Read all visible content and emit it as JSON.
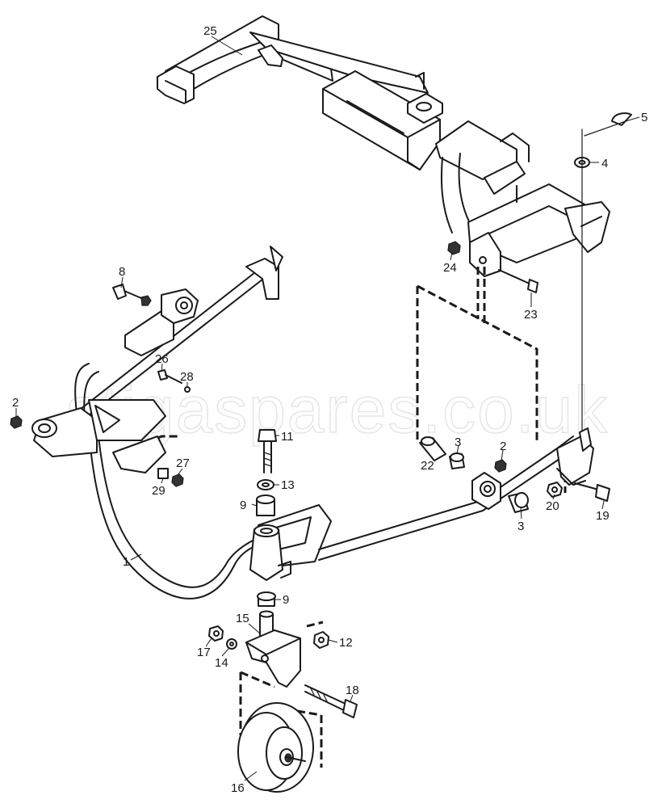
{
  "watermark": "stigaspares.co.uk",
  "callouts": [
    {
      "id": "c25",
      "text": "25"
    },
    {
      "id": "c5",
      "text": "5"
    },
    {
      "id": "c4",
      "text": "4"
    },
    {
      "id": "c24",
      "text": "24"
    },
    {
      "id": "c23",
      "text": "23"
    },
    {
      "id": "c8",
      "text": "8"
    },
    {
      "id": "c26",
      "text": "26"
    },
    {
      "id": "c28",
      "text": "28"
    },
    {
      "id": "c2a",
      "text": "2"
    },
    {
      "id": "c27",
      "text": "27"
    },
    {
      "id": "c29",
      "text": "29"
    },
    {
      "id": "c11",
      "text": "11"
    },
    {
      "id": "c13",
      "text": "13"
    },
    {
      "id": "c9a",
      "text": "9"
    },
    {
      "id": "c3a",
      "text": "3"
    },
    {
      "id": "c2b",
      "text": "2"
    },
    {
      "id": "c22",
      "text": "22"
    },
    {
      "id": "c20",
      "text": "20"
    },
    {
      "id": "c19",
      "text": "19"
    },
    {
      "id": "c3b",
      "text": "3"
    },
    {
      "id": "c1",
      "text": "1"
    },
    {
      "id": "c9b",
      "text": "9"
    },
    {
      "id": "c15",
      "text": "15"
    },
    {
      "id": "c12",
      "text": "12"
    },
    {
      "id": "c17",
      "text": "17"
    },
    {
      "id": "c14",
      "text": "14"
    },
    {
      "id": "c18",
      "text": "18"
    },
    {
      "id": "c16",
      "text": "16"
    }
  ]
}
